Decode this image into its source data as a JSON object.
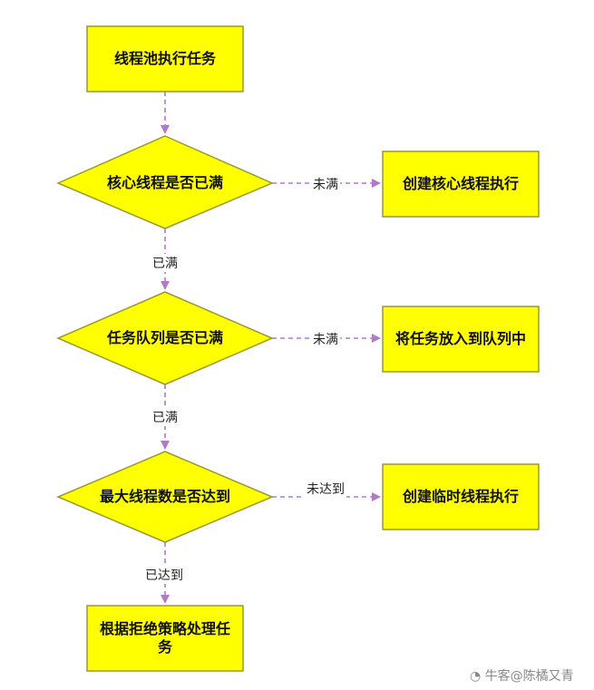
{
  "nodes": {
    "start": "线程池执行任务",
    "core_check": "核心线程是否已满",
    "create_core": "创建核心线程执行",
    "queue_check": "任务队列是否已满",
    "enqueue": "将任务放入到队列中",
    "max_check": "最大线程数是否达到",
    "create_temp": "创建临时线程执行",
    "reject": "根据拒绝策略处理任务"
  },
  "edges": {
    "core_not_full": "未满",
    "core_full": "已满",
    "queue_not_full": "未满",
    "queue_full": "已满",
    "max_not_reached": "未达到",
    "max_reached": "已达到"
  },
  "colors": {
    "fill": "#ffff00",
    "stroke": "#999933",
    "arrow": "#b07ac8"
  },
  "watermark": "牛客@陈橘又青"
}
